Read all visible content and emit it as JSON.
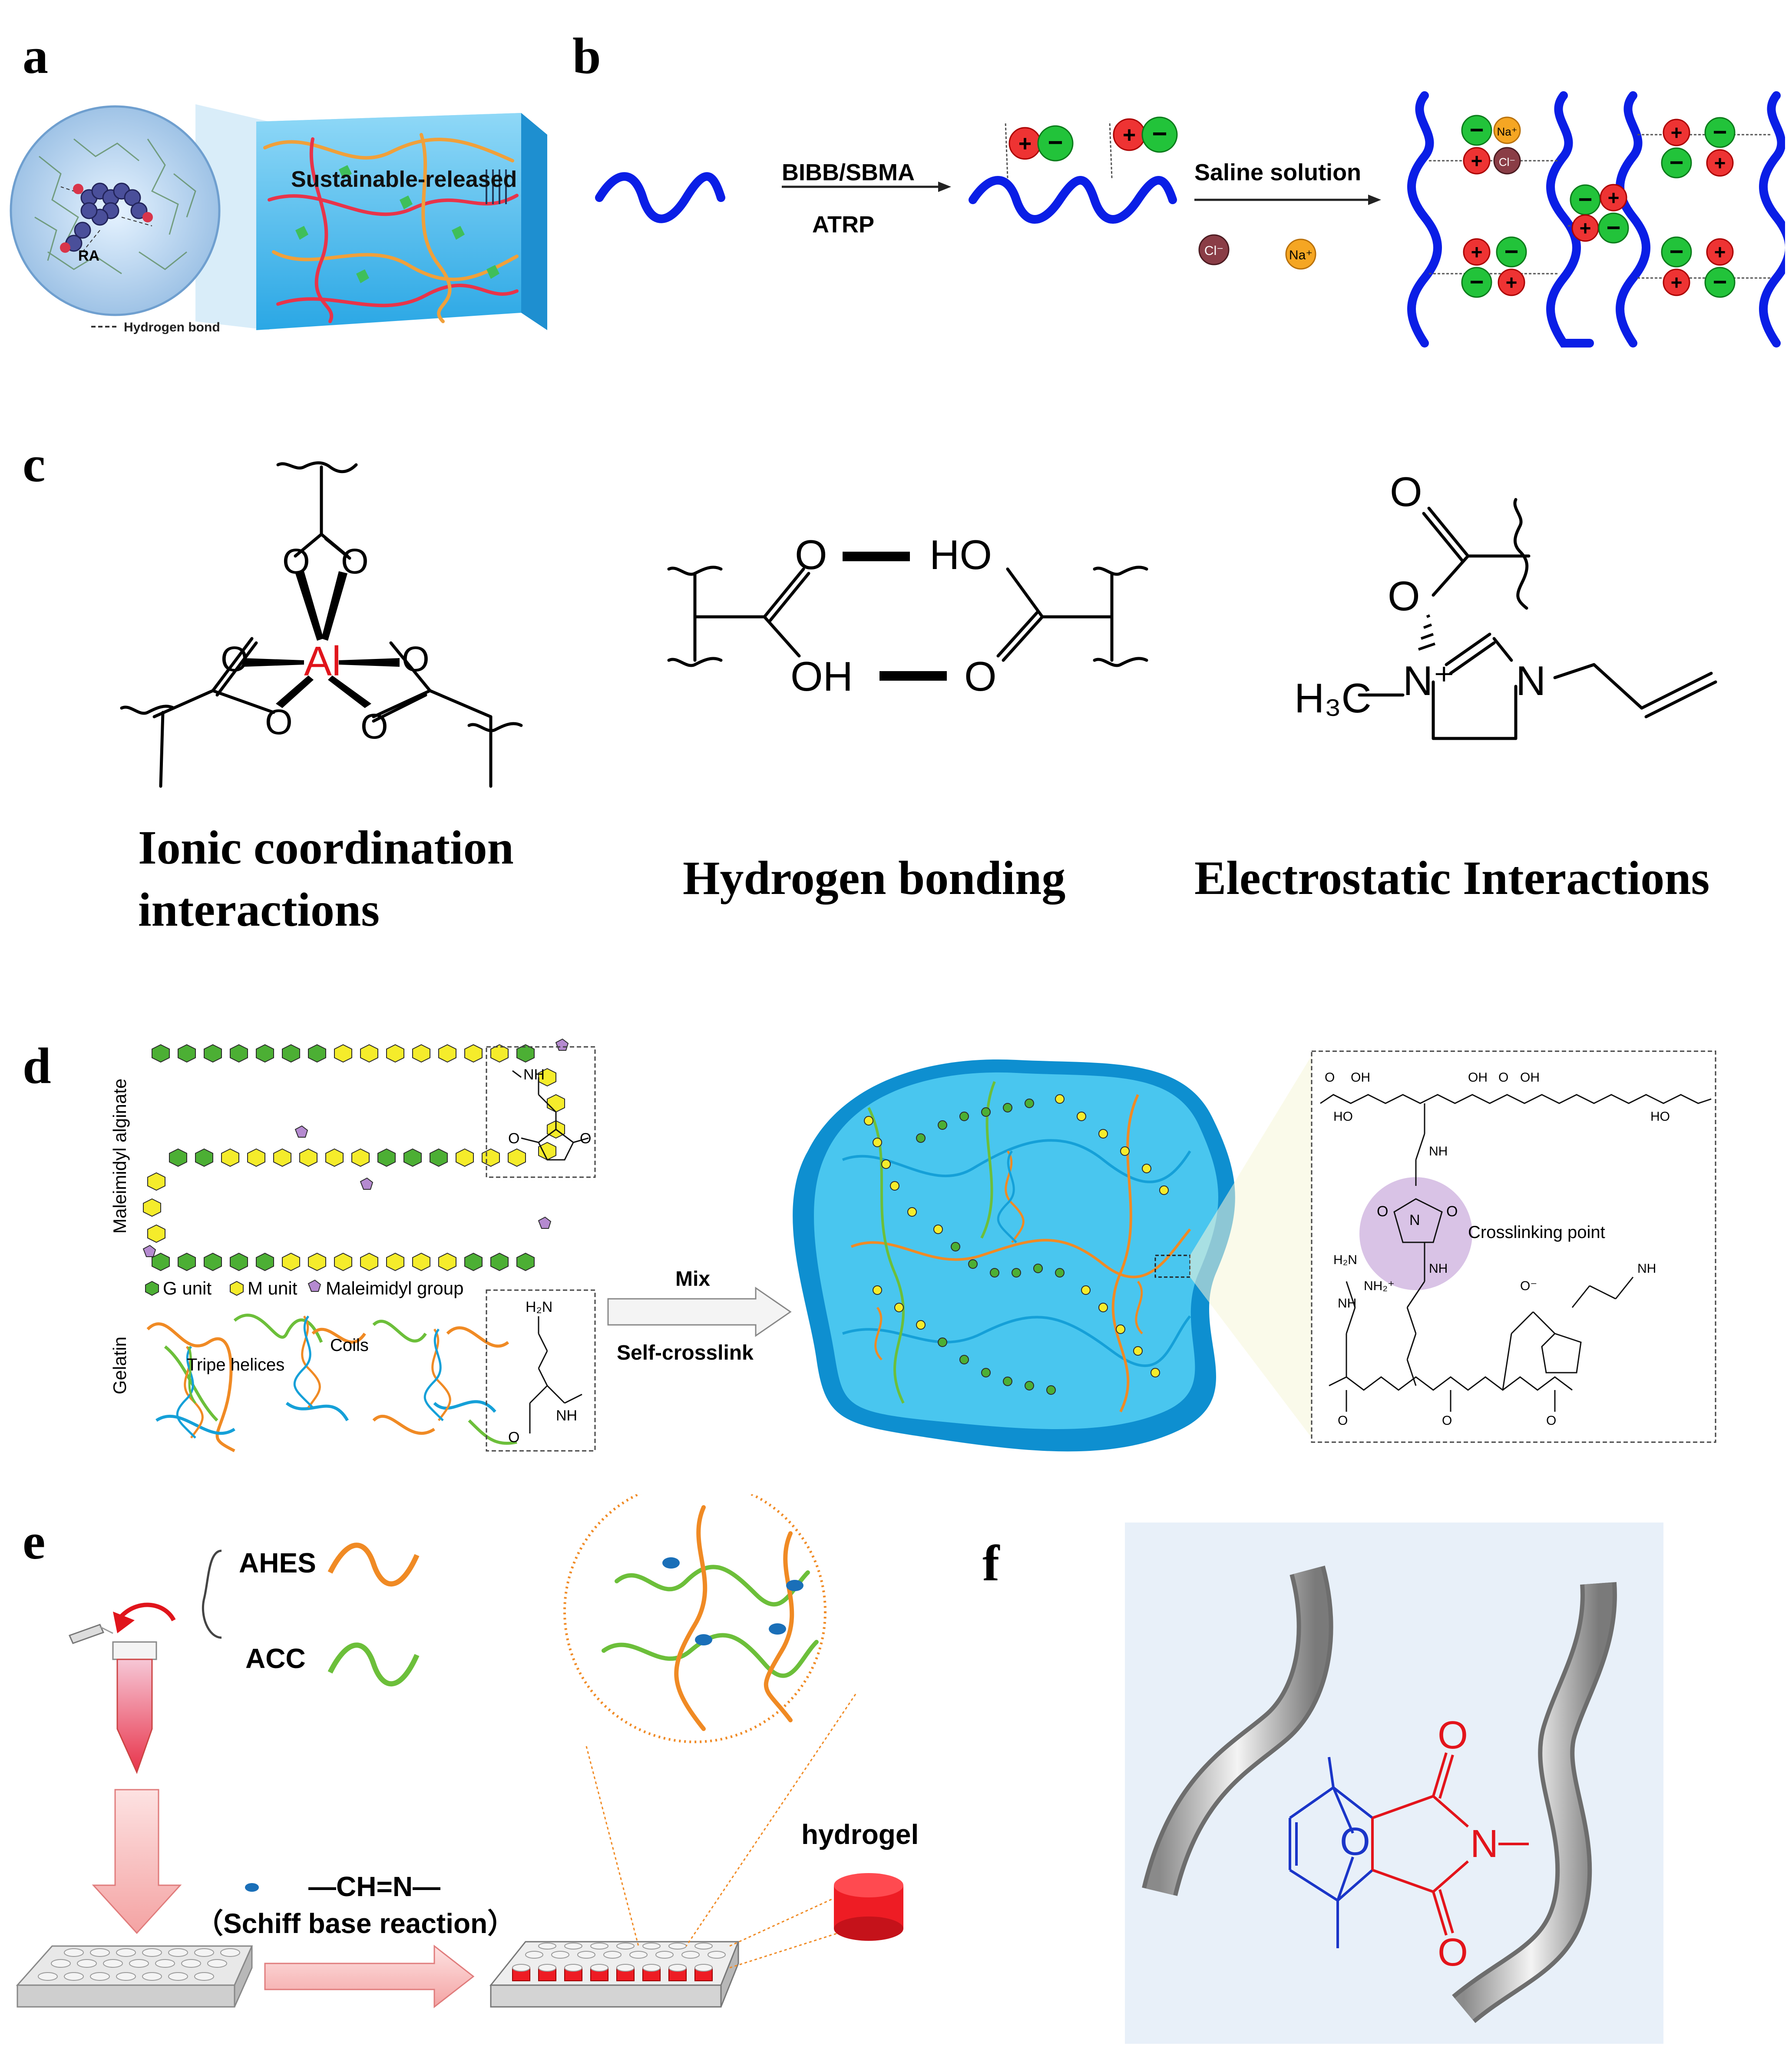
{
  "panels": {
    "a": {
      "label": "a",
      "zoom_label": "RA",
      "legend": "Hydrogen bond",
      "caption": "Sustainable-released"
    },
    "b": {
      "label": "b",
      "step1_top": "BIBB/SBMA",
      "step1_bottom": "ATRP",
      "step2_top": "Saline solution",
      "ion_cl": "Cl⁻",
      "ion_na": "Na⁺"
    },
    "c": {
      "label": "c",
      "metal": "Al",
      "items": [
        {
          "caption_line1": "Ionic coordination",
          "caption_line2": "interactions"
        },
        {
          "caption_line1": "Hydrogen bonding"
        },
        {
          "caption_line1": "Electrostatic Interactions"
        }
      ],
      "atoms": {
        "O": "O",
        "HO": "HO",
        "OH": "OH",
        "N": "N",
        "Nplus": "N⁺",
        "H3C": "H₃C"
      }
    },
    "d": {
      "label": "d",
      "side_alginate": "Maleimidyl alginate",
      "side_gelatin": "Gelatin",
      "legend": [
        "G unit",
        "M unit",
        "Maleimidyl group"
      ],
      "tripe_helices": "Tripe helices",
      "coils": "Coils",
      "mix": "Mix",
      "self_crosslink": "Self-crosslink",
      "crosslinking_point": "Crosslinking point",
      "atoms": {
        "NH": "NH",
        "H2N": "H₂N",
        "O": "O",
        "OH": "OH",
        "HO": "HO",
        "NH2plus": "NH₂⁺",
        "N": "N",
        "Ominus": "O⁻"
      }
    },
    "e": {
      "label": "e",
      "ahes": "AHES",
      "acc": "ACC",
      "bond": "—CH=N—",
      "reaction": "（Schiff base reaction）",
      "hydrogel": "hydrogel"
    },
    "f": {
      "label": "f",
      "atoms": {
        "O": "O",
        "N": "N"
      }
    }
  },
  "colors": {
    "blue_chain": "#0a1ee6",
    "green_ion": "#22c33a",
    "red_ion": "#ee2222",
    "orange_ion": "#f5a623",
    "aluminium": "#e0141b",
    "gel_blue": "#2bb7ea",
    "hydrogel_red": "#ee1c24",
    "f_background": "#e8f0f9",
    "f_blue": "#1a35c8",
    "f_red": "#e3141b",
    "orange_chain": "#f08a24",
    "green_chain": "#6cbf3a",
    "purple_circle": "#d9c3e6"
  }
}
